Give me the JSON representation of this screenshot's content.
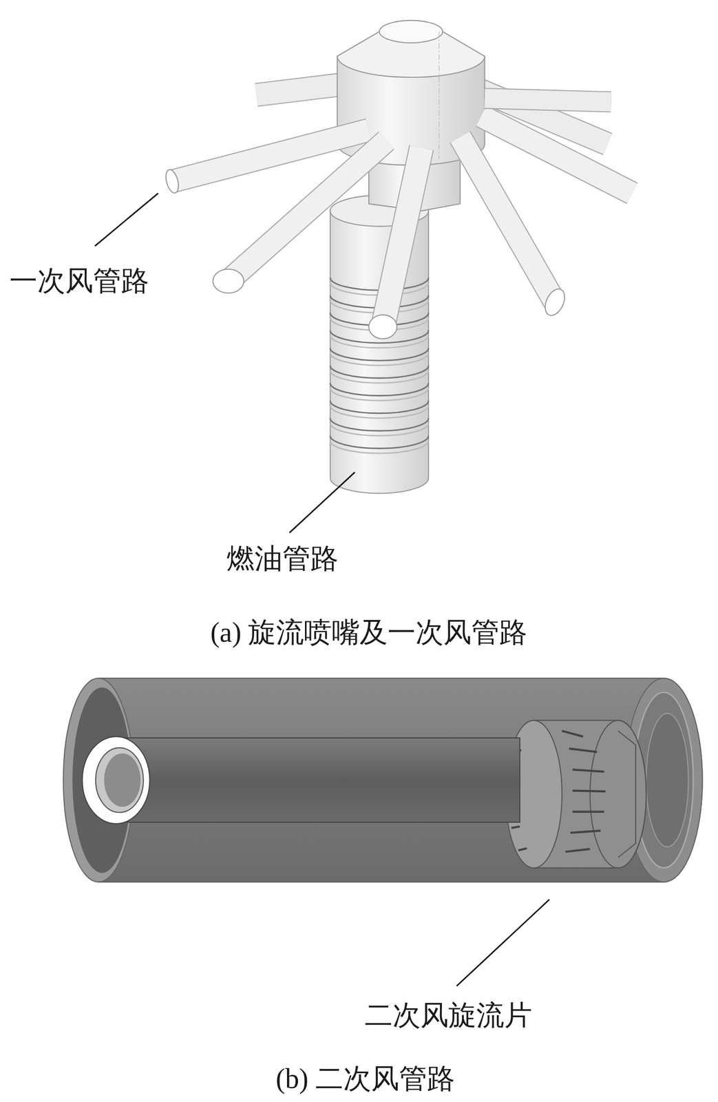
{
  "diagram": {
    "labels": [
      "一次风管路",
      "燃油管路",
      "(a) 旋流喷嘴及一次风管路",
      "二次风旋流片",
      "(b) 二次风管路"
    ]
  }
}
